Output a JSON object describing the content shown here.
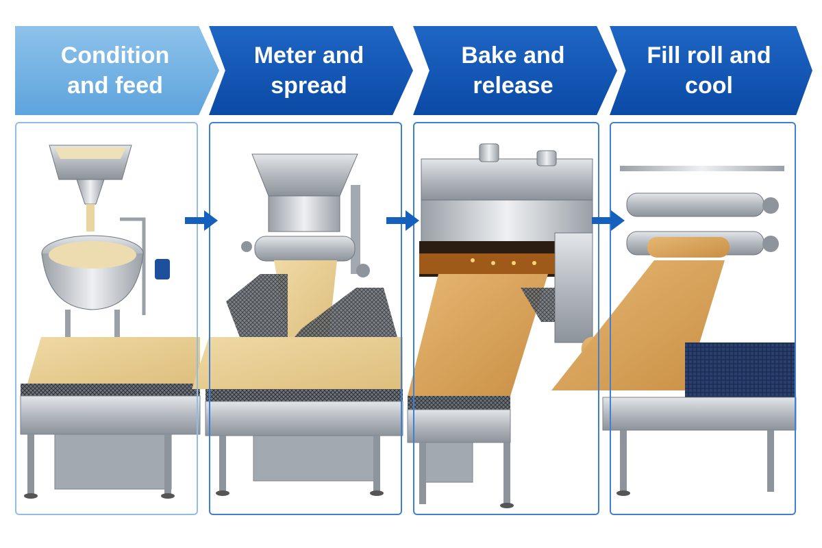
{
  "stages": [
    {
      "label": "Condition\nand feed",
      "color": "#6aaee2"
    },
    {
      "label": "Meter and\nspread",
      "color": "#0d4ea8"
    },
    {
      "label": "Bake and\nrelease",
      "color": "#0d4ea8"
    },
    {
      "label": "Fill roll and\ncool",
      "color": "#0d4ea8"
    }
  ],
  "colors": {
    "accent_light": "#6aaee2",
    "accent_dark": "#0d4ea8",
    "arrow": "#1560bd",
    "steel": "#b7bcc2",
    "dough": "#e8c98a",
    "baked": "#d9a45c",
    "oven_glow": "#ff8a1f",
    "chocolate": "#4a2a18"
  },
  "icons": [
    "hopper-icon",
    "mixing-bowl-icon",
    "roller-icon",
    "oven-icon",
    "wafer-roll-icon"
  ]
}
